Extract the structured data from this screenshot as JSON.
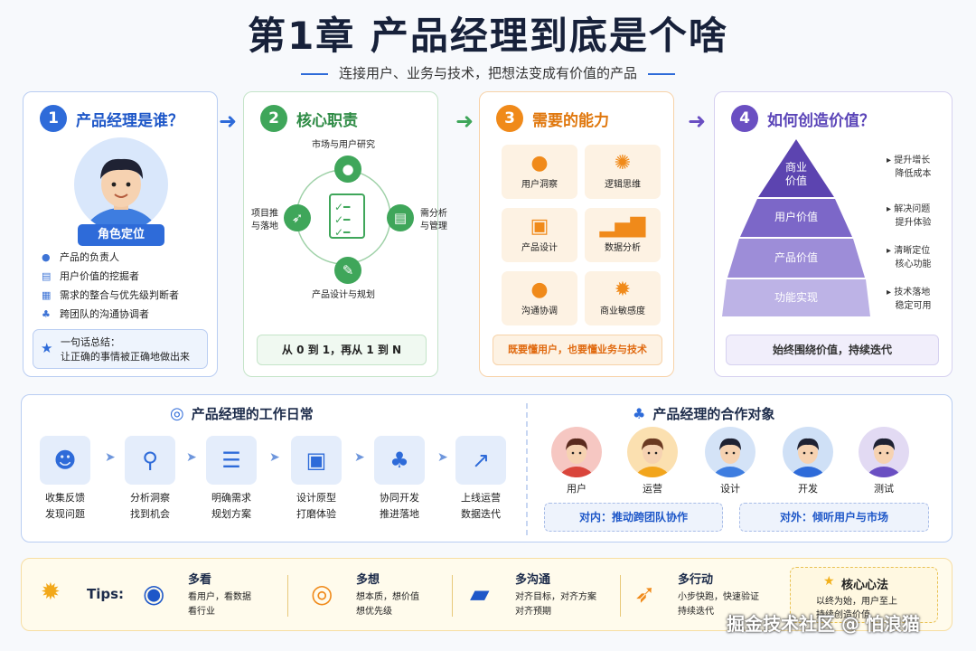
{
  "header": {
    "title": "第1章  产品经理到底是个啥",
    "subtitle": "连接用户、业务与技术，把想法变成有价值的产品"
  },
  "panel1": {
    "num": "1",
    "title": "产品经理是谁？",
    "role_tag": "角色定位",
    "items": [
      {
        "icon": "person-icon",
        "label": "产品的负责人"
      },
      {
        "icon": "document-icon",
        "label": "用户价值的挖掘者"
      },
      {
        "icon": "list-icon",
        "label": "需求的整合与优先级判断者"
      },
      {
        "icon": "team-icon",
        "label": "跨团队的沟通协调者"
      }
    ],
    "summary_title": "一句话总结：",
    "summary_text": "让正确的事情被正确地做出来"
  },
  "panel2": {
    "num": "2",
    "title": "核心职责",
    "top": "市场与用户研究",
    "left_line1": "项目推",
    "left_line2": "与落地",
    "right_line1": "需分析",
    "right_line2": "与管理",
    "bottom": "产品设计与规划",
    "footer": "从 0 到 1，再从 1 到 N"
  },
  "panel3": {
    "num": "3",
    "title": "需要的能力",
    "skills": [
      {
        "icon": "user-icon",
        "label": "用户洞察"
      },
      {
        "icon": "brain-icon",
        "label": "逻辑思维"
      },
      {
        "icon": "design-icon",
        "label": "产品设计"
      },
      {
        "icon": "bar-chart-icon",
        "label": "数据分析"
      },
      {
        "icon": "chat-icon",
        "label": "沟通协调"
      },
      {
        "icon": "bulb-icon",
        "label": "商业敏感度"
      }
    ],
    "footer": "既要懂用户，也要懂业务与技术"
  },
  "panel4": {
    "num": "4",
    "title": "如何创造价值？",
    "levels": [
      {
        "label1": "商业",
        "label2": "价值",
        "note1": "提升增长",
        "note2": "降低成本"
      },
      {
        "label1": "用户价值",
        "label2": "",
        "note1": "解决问题",
        "note2": "提升体验"
      },
      {
        "label1": "产品价值",
        "label2": "",
        "note1": "清晰定位",
        "note2": "核心功能"
      },
      {
        "label1": "功能实现",
        "label2": "",
        "note1": "技术落地",
        "note2": "稳定可用"
      }
    ],
    "footer": "始终围绕价值，持续迭代"
  },
  "daily": {
    "title": "产品经理的工作日常",
    "steps": [
      {
        "icon": "feedback-icon",
        "l1": "收集反馈",
        "l2": "发现问题"
      },
      {
        "icon": "magnifier-icon",
        "l1": "分析洞察",
        "l2": "找到机会"
      },
      {
        "icon": "checklist-icon",
        "l1": "明确需求",
        "l2": "规划方案"
      },
      {
        "icon": "layout-icon",
        "l1": "设计原型",
        "l2": "打磨体验"
      },
      {
        "icon": "org-icon",
        "l1": "协同开发",
        "l2": "推进落地"
      },
      {
        "icon": "growth-icon",
        "l1": "上线运营",
        "l2": "数据迭代"
      }
    ]
  },
  "partners": {
    "title": "产品经理的合作对象",
    "people": [
      {
        "label": "用户",
        "color": "#f6c7c2"
      },
      {
        "label": "运营",
        "color": "#fbe0b0"
      },
      {
        "label": "设计",
        "color": "#d4e3f7"
      },
      {
        "label": "开发",
        "color": "#cfe0f6"
      },
      {
        "label": "测试",
        "color": "#e2daf3"
      }
    ],
    "inner": "对内：推动跨团队协作",
    "outer": "对外：倾听用户与市场"
  },
  "tips": {
    "label": "Tips:",
    "items": [
      {
        "icon": "eye-icon",
        "title": "多看",
        "d1": "看用户，看数据",
        "d2": "看行业"
      },
      {
        "icon": "target-icon",
        "title": "多想",
        "d1": "想本质，想价值",
        "d2": "想优先级"
      },
      {
        "icon": "chat-bubble-icon",
        "title": "多沟通",
        "d1": "对齐目标，对齐方案",
        "d2": "对齐预期"
      },
      {
        "icon": "rocket-icon",
        "title": "多行动",
        "d1": "小步快跑，快速验证",
        "d2": "持续迭代"
      }
    ],
    "core_title": "核心心法",
    "core_d1": "以终为始，用户至上",
    "core_d2": "持续创造价值"
  },
  "watermark": "掘金技术社区 @ 怕浪猫"
}
